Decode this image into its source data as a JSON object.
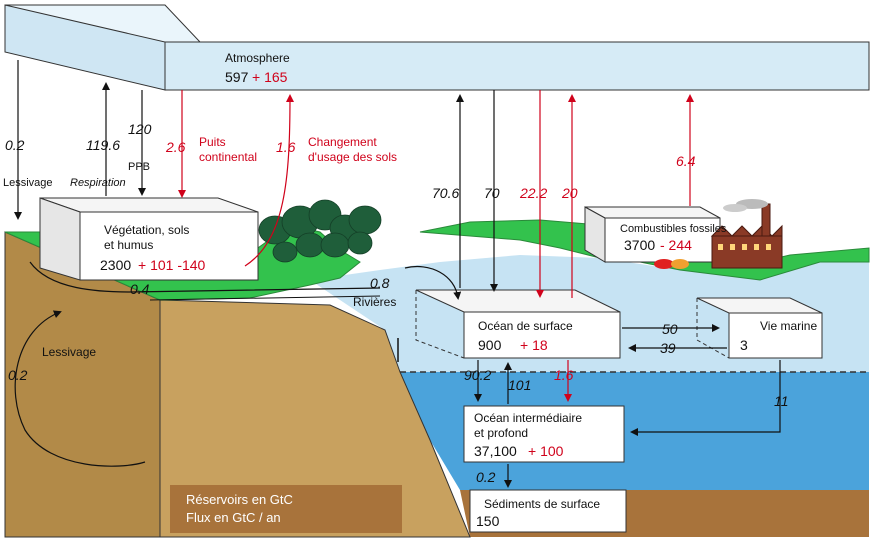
{
  "colors": {
    "sky": "#d6ebf6",
    "ocean_surface": "#c6e3f3",
    "ocean_deep": "#4ba3db",
    "land": "#c8a15f",
    "grass": "#33c24d",
    "sediment": "#a8733b",
    "flux_red": "#d0021b",
    "flux_black": "#111111"
  },
  "reservoirs": {
    "atmosphere": {
      "name": "Atmosphere",
      "value": "597",
      "delta": "+ 165"
    },
    "vegetation": {
      "name_line1": "Végétation, sols",
      "name_line2": "et humus",
      "value": "2300",
      "delta": "+ 101 -140"
    },
    "fossil": {
      "name": "Combustibles fossiles",
      "value": "3700",
      "delta": "- 244"
    },
    "surface_ocean": {
      "name": "Océan de surface",
      "value": "900",
      "delta": "+ 18"
    },
    "marine_life": {
      "name": "Vie marine",
      "value": "3"
    },
    "deep_ocean": {
      "name_line1": "Océan intermédiaire",
      "name_line2": "et profond",
      "value": "37,100",
      "delta": "+ 100"
    },
    "sediments": {
      "name": "Sédiments de surface",
      "value": "150"
    }
  },
  "fluxes": {
    "leach_atm": "0.2",
    "respiration": "119.6",
    "ppb": "120",
    "land_sink": "2.6",
    "land_use": "1.6",
    "ocean_up": "70.6",
    "ocean_down": "70",
    "ocean_red_down": "22.2",
    "ocean_red_up": "20",
    "fossil": "6.4",
    "rivers": "0.8",
    "runoff": "0.4",
    "to_marine": "50",
    "from_marine": "39",
    "surface_to_deep": "90.2",
    "deep_to_surface": "101",
    "red_down": "1.6",
    "marine_to_deep": "11",
    "to_sediment": "0.2",
    "leach_land": "0.2"
  },
  "labels": {
    "lessivage_top": "Lessivage",
    "respiration": "Respiration",
    "ppb": "PPB",
    "puits_line1": "Puits",
    "puits_line2": "continental",
    "chg_line1": "Changement",
    "chg_line2": "d'usage des sols",
    "rivieres": "Rivières",
    "lessivage_land": "Lessivage"
  },
  "legend": {
    "line1": "Réservoirs en GtC",
    "line2": "Flux en GtC / an"
  }
}
